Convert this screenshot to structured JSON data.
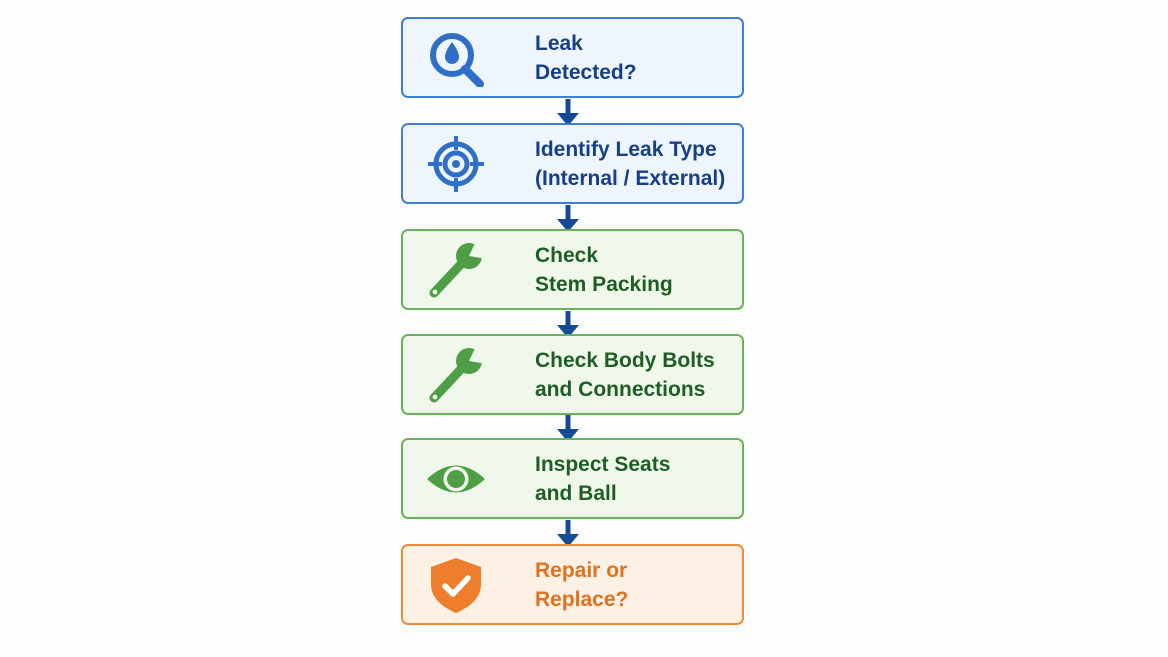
{
  "colors": {
    "blue": "#3f7fd2",
    "green": "#6ab25a",
    "orange": "#ee8a3c",
    "arrow": "#174a96"
  },
  "steps": [
    {
      "line1": "Leak",
      "line2": "Detected?",
      "icon": "magnifier-droplet-icon",
      "tone": "blue"
    },
    {
      "line1": "Identify Leak Type",
      "line2": "(Internal / External)",
      "icon": "target-icon",
      "tone": "blue"
    },
    {
      "line1": "Check",
      "line2": "Stem Packing",
      "icon": "wrench-icon",
      "tone": "green"
    },
    {
      "line1": "Check Body Bolts",
      "line2": "and Connections",
      "icon": "wrench-icon",
      "tone": "green"
    },
    {
      "line1": "Inspect Seats",
      "line2": "and Ball",
      "icon": "eye-icon",
      "tone": "green"
    },
    {
      "line1": "Repair or",
      "line2": "Replace?",
      "icon": "shield-check-icon",
      "tone": "orange"
    }
  ]
}
